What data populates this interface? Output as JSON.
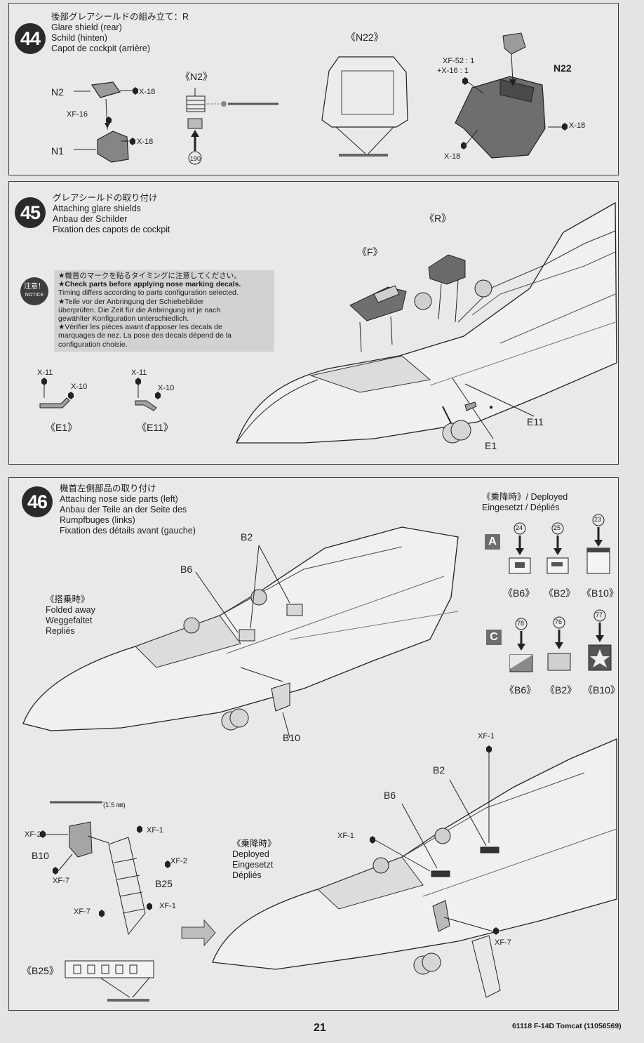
{
  "step44": {
    "number": "44",
    "title_jp": "後部グレアシールドの組み立て：R",
    "title_en": "Glare shield (rear)",
    "title_de": "Schild (hinten)",
    "title_fr": "Capot de cockpit (arrière)",
    "n2_view": "《N2》",
    "n22_view": "《N22》",
    "part_n2": "N2",
    "part_n1": "N1",
    "part_n22": "N22",
    "color_x18_a": "X-18",
    "color_x18_b": "X-18",
    "color_x18_c": "X-18",
    "color_x18_d": "X-18",
    "color_xf16": "XF-16",
    "color_mix_1": "XF-52 : 1",
    "color_mix_2": "+X-16 : 1",
    "decal_num": "190"
  },
  "step45": {
    "number": "45",
    "title_jp": "グレアシールドの取り付け",
    "title_en": "Attaching glare shields",
    "title_de": "Anbau der Schilder",
    "title_fr": "Fixation des capots de cockpit",
    "notice_badge": "注意！",
    "notice_badge_en": "NOTICE",
    "notice_lines": [
      "★機首のマークを貼るタイミングに注意してください。",
      "★Check parts before applying nose marking decals.",
      "Timing differs according to parts configuration selected.",
      "★Teile vor der Anbringung der Schiebebilder",
      "überprüfen. Die Zeit für die Anbringung ist je nach",
      "gewählter Konfiguration unterschiedlich.",
      "★Vérifier les pièces avant d'apposer les decals de",
      "marquages de nez. La pose des decals dépend de la",
      "configuration choisie."
    ],
    "view_e1": "《E1》",
    "view_e11": "《E11》",
    "view_f": "《F》",
    "view_r": "《R》",
    "part_e1": "E1",
    "part_e11": "E11",
    "c_x11_a": "X-11",
    "c_x10_a": "X-10",
    "c_x11_b": "X-11",
    "c_x10_b": "X-10"
  },
  "step46": {
    "number": "46",
    "title_jp": "機首左側部品の取り付け",
    "title_en": "Attaching nose side parts (left)",
    "title_de_1": "Anbau der Teile an der Seite des",
    "title_de_2": "Rumpfbuges (links)",
    "title_fr": "Fixation des détails avant (gauche)",
    "folded_jp": "《搭乗時》",
    "folded_en": "Folded away",
    "folded_de": "Weggefaltet",
    "folded_fr": "Repliés",
    "deployed_head": "《乗降時》/ Deployed",
    "deployed_head2": "Eingesetzt / Dépliés",
    "marking_a": "A",
    "marking_c": "C",
    "decals_a": [
      "24",
      "25",
      "23"
    ],
    "decals_c": [
      "78",
      "76",
      "77"
    ],
    "decal_views": [
      "《B6》",
      "《B2》",
      "《B10》"
    ],
    "part_b2_top": "B2",
    "part_b6_top": "B6",
    "part_b10_top": "B10",
    "part_b2_bot": "B2",
    "part_b6_bot": "B6",
    "part_b10_left": "B10",
    "part_b25": "B25",
    "view_b25": "《B25》",
    "drill": "(1.5 ㎜)",
    "deployed_jp": "《乗降時》",
    "deployed_en": "Deployed",
    "deployed_de": "Eingesetzt",
    "deployed_fr": "Dépliés",
    "c_xf1_top": "XF-1",
    "c_xf1_mid": "XF-1",
    "c_xf7_right": "XF-7",
    "c_xf2_left": "XF-2",
    "c_xf7_left": "XF-7",
    "c_xf1_ladder_a": "XF-1",
    "c_xf2_ladder": "XF-2",
    "c_xf7_ladder": "XF-7",
    "c_xf1_ladder_b": "XF-1"
  },
  "footer": {
    "page": "21",
    "kit": "61118 F-14D Tomcat (11056569)"
  }
}
